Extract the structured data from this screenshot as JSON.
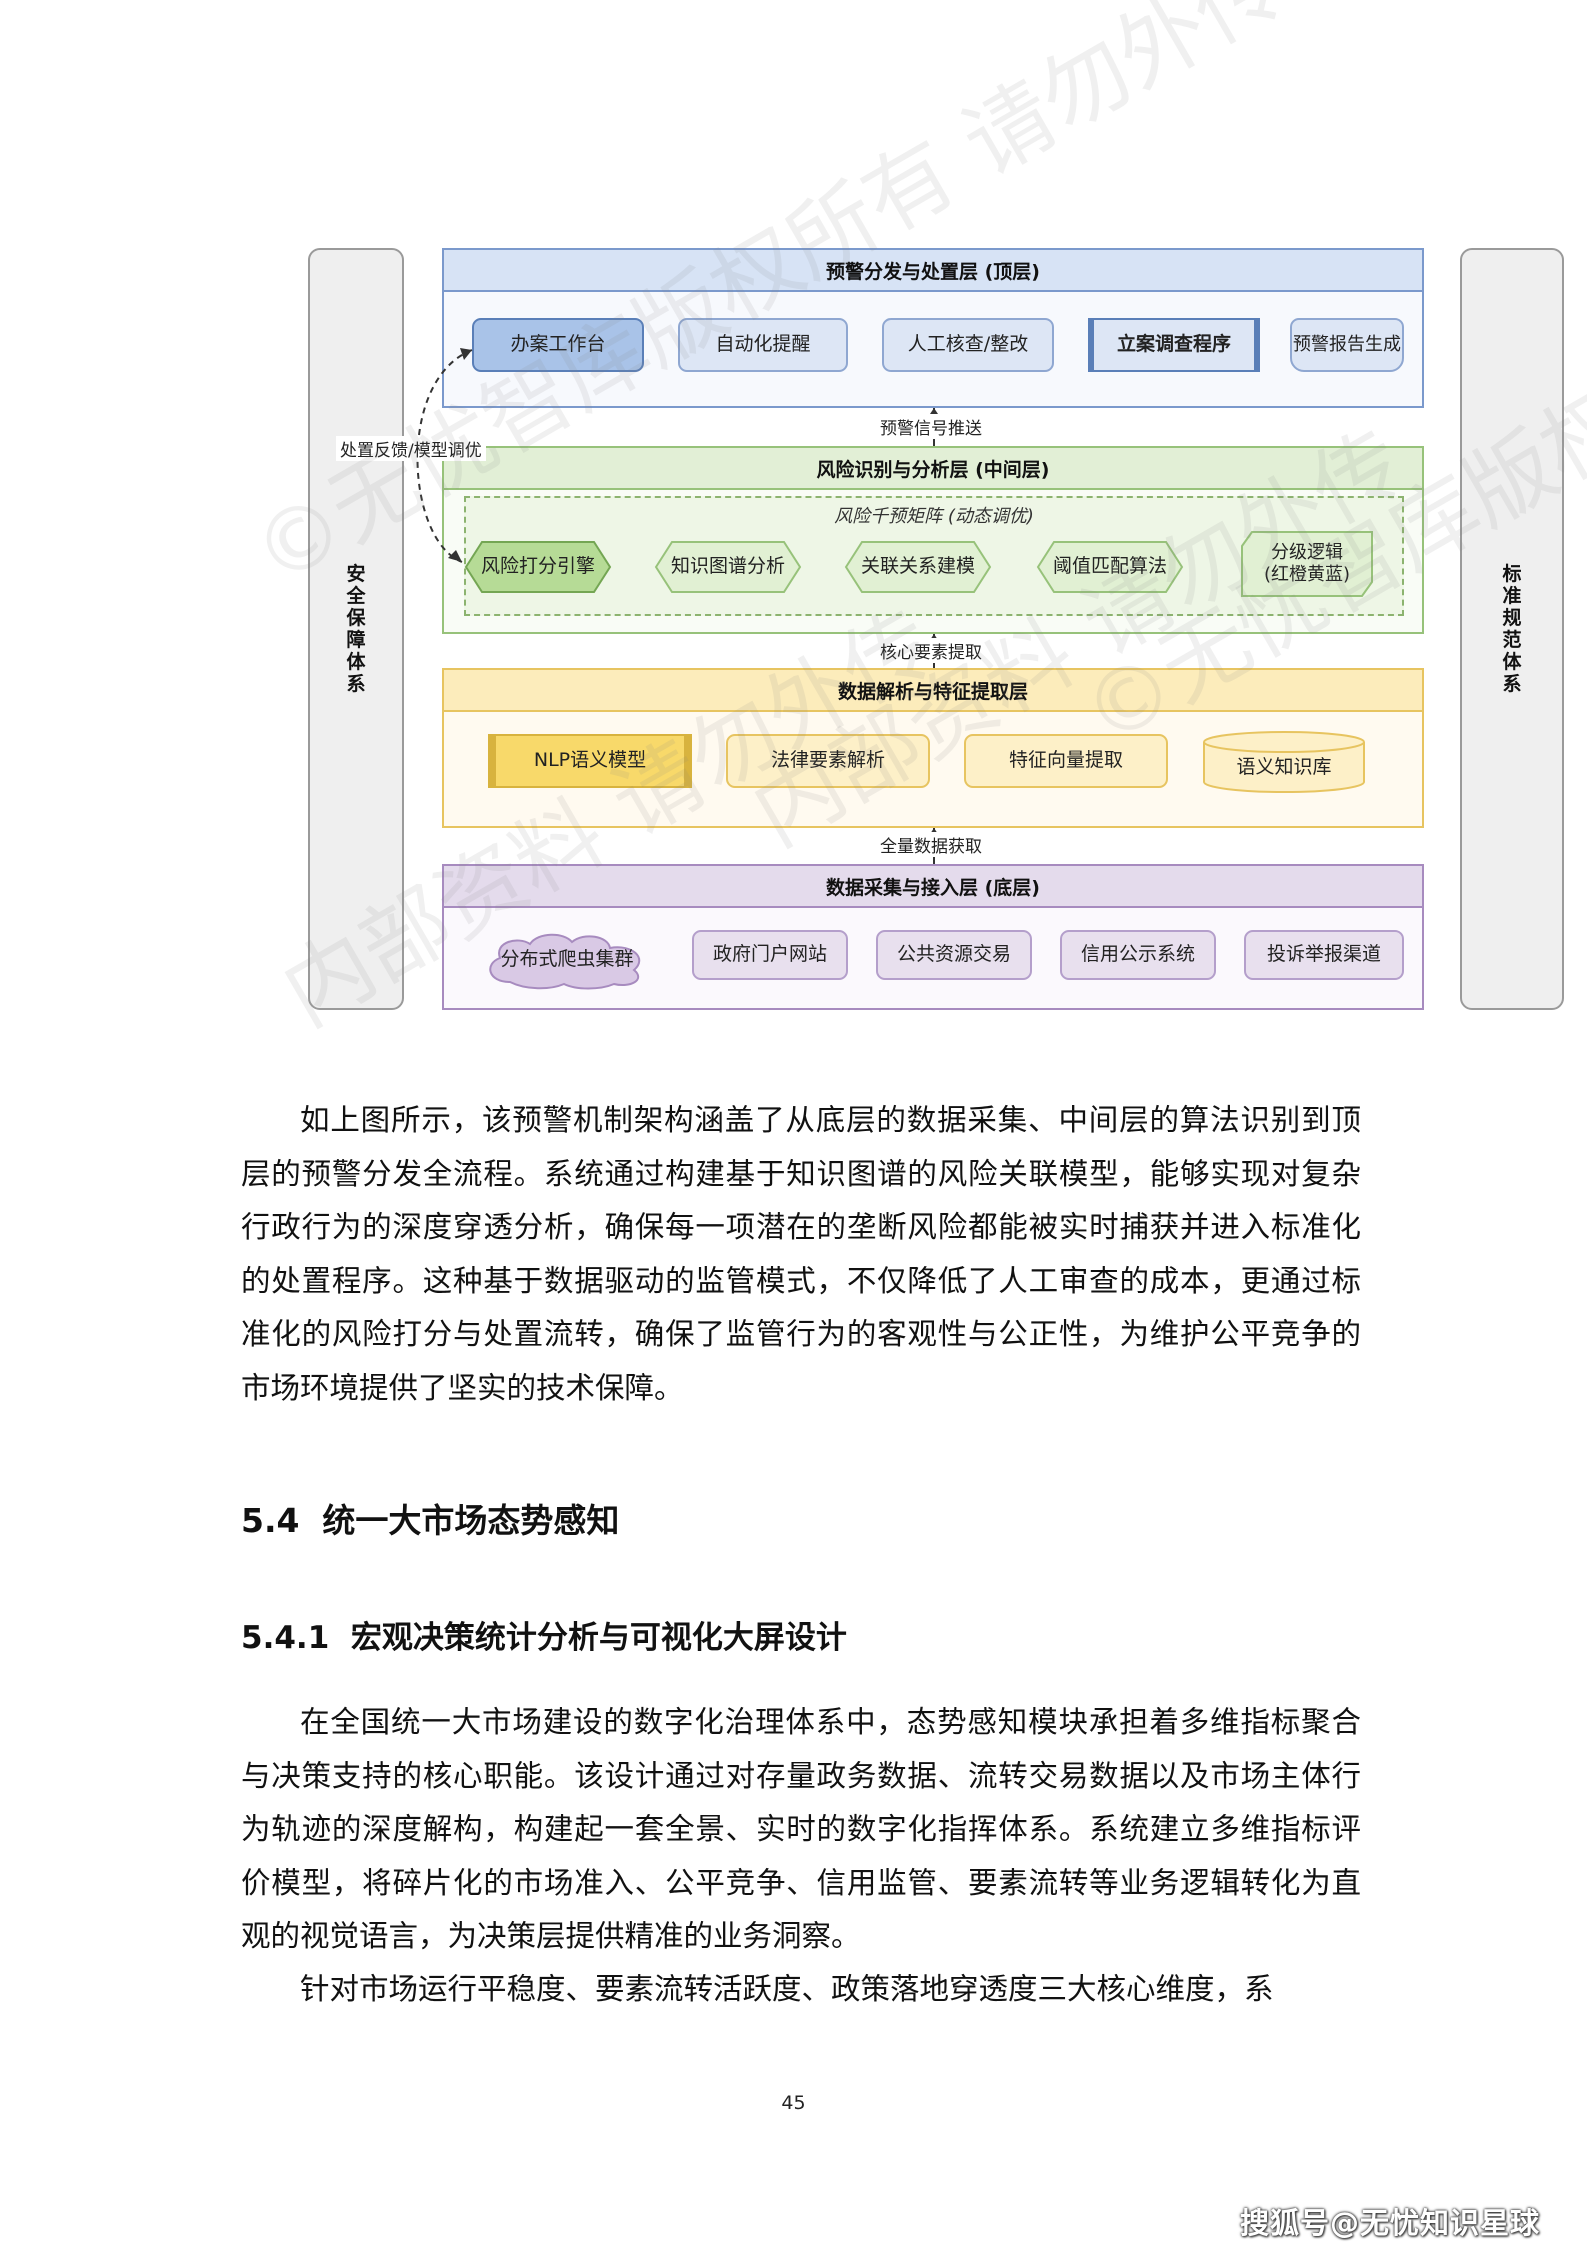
{
  "diagram": {
    "left_side": "安全保障体系",
    "right_side": "标准规范体系",
    "feedback_label": "处置反馈/模型调优",
    "layers": [
      {
        "title": "预警分发与处置层 (顶层)",
        "nodes": [
          "办案工作台",
          "自动化提醒",
          "人工核查/整改",
          "立案调查程序",
          "预警报告生成"
        ]
      },
      {
        "title": "风险识别与分析层 (中间层)",
        "subtitle": "风险千预矩阵 (动态调优)",
        "nodes": [
          "风险打分引擎",
          "知识图谱分析",
          "关联关系建模",
          "阈值匹配算法",
          "分级逻辑",
          "(红橙黄蓝)"
        ]
      },
      {
        "title": "数据解析与特征提取层",
        "nodes": [
          "NLP语义模型",
          "法律要素解析",
          "特征向量提取",
          "语义知识库"
        ]
      },
      {
        "title": "数据采集与接入层 (底层)",
        "nodes": [
          "分布式爬虫集群",
          "政府门户网站",
          "公共资源交易",
          "信用公示系统",
          "投诉举报渠道"
        ]
      }
    ],
    "arrows": [
      "预警信号推送",
      "核心要素提取",
      "全量数据获取"
    ],
    "watermark": [
      "©无忧智库版权所有 请勿外传",
      "内部资料 请勿外传",
      "©无忧智库版权所有",
      "内部资料 请勿外传"
    ],
    "colors": {
      "top_fill": "#dde6f5",
      "top_border": "#7b99cc",
      "mid_fill": "#e7f2dc",
      "mid_border": "#97c27a",
      "data_fill": "#fdf0c8",
      "data_border": "#e7c460",
      "bottom_fill": "#e8e0ee",
      "bottom_border": "#a78bbf"
    }
  },
  "body": {
    "paragraph1": "如上图所示，该预警机制架构涵盖了从底层的数据采集、中间层的算法识别到顶层的预警分发全流程。系统通过构建基于知识图谱的风险关联模型，能够实现对复杂行政行为的深度穿透分析，确保每一项潜在的垄断风险都能被实时捕获并进入标准化的处置程序。这种基于数据驱动的监管模式，不仅降低了人工审查的成本，更通过标准化的风险打分与处置流转，确保了监管行为的客观性与公正性，为维护公平竞争的市场环境提供了坚实的技术保障。",
    "heading1": "5.4  统一大市场态势感知",
    "heading2": "5.4.1  宏观决策统计分析与可视化大屏设计",
    "paragraph2": "在全国统一大市场建设的数字化治理体系中，态势感知模块承担着多维指标聚合与决策支持的核心职能。该设计通过对存量政务数据、流转交易数据以及市场主体行为轨迹的深度解构，构建起一套全景、实时的数字化指挥体系。系统建立多维指标评价模型，将碎片化的市场准入、公平竞争、信用监管、要素流转等业务逻辑转化为直观的视觉语言，为决策层提供精准的业务洞察。",
    "paragraph3": "针对市场运行平稳度、要素流转活跃度、政策落地穿透度三大核心维度，系",
    "page_number": "45",
    "footer_watermark": "搜狐号@无忧知识星球"
  }
}
